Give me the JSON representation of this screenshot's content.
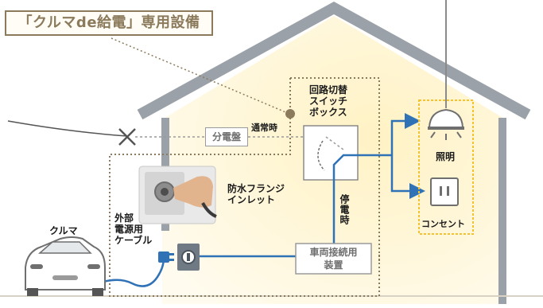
{
  "title": "「クルマde給電」専用設備",
  "labels": {
    "switch_box": "回路切替\nスイッチ\nボックス",
    "normal": "通常時",
    "panel": "分電盤",
    "outage": "停電時",
    "waterproof_inlet": "防水フランジ\nインレット",
    "external_cable": "外部\n電源用\nケーブル",
    "car": "クルマ",
    "vehicle_device": "車両接続用\n装置",
    "lighting": "照明",
    "outlet": "コンセント"
  },
  "colors": {
    "house_wall": "#fff6d6",
    "wire_blue": "#2f72b6",
    "dotted_brown": "#8b7a5b",
    "highlight_yellow": "#f2c230"
  }
}
